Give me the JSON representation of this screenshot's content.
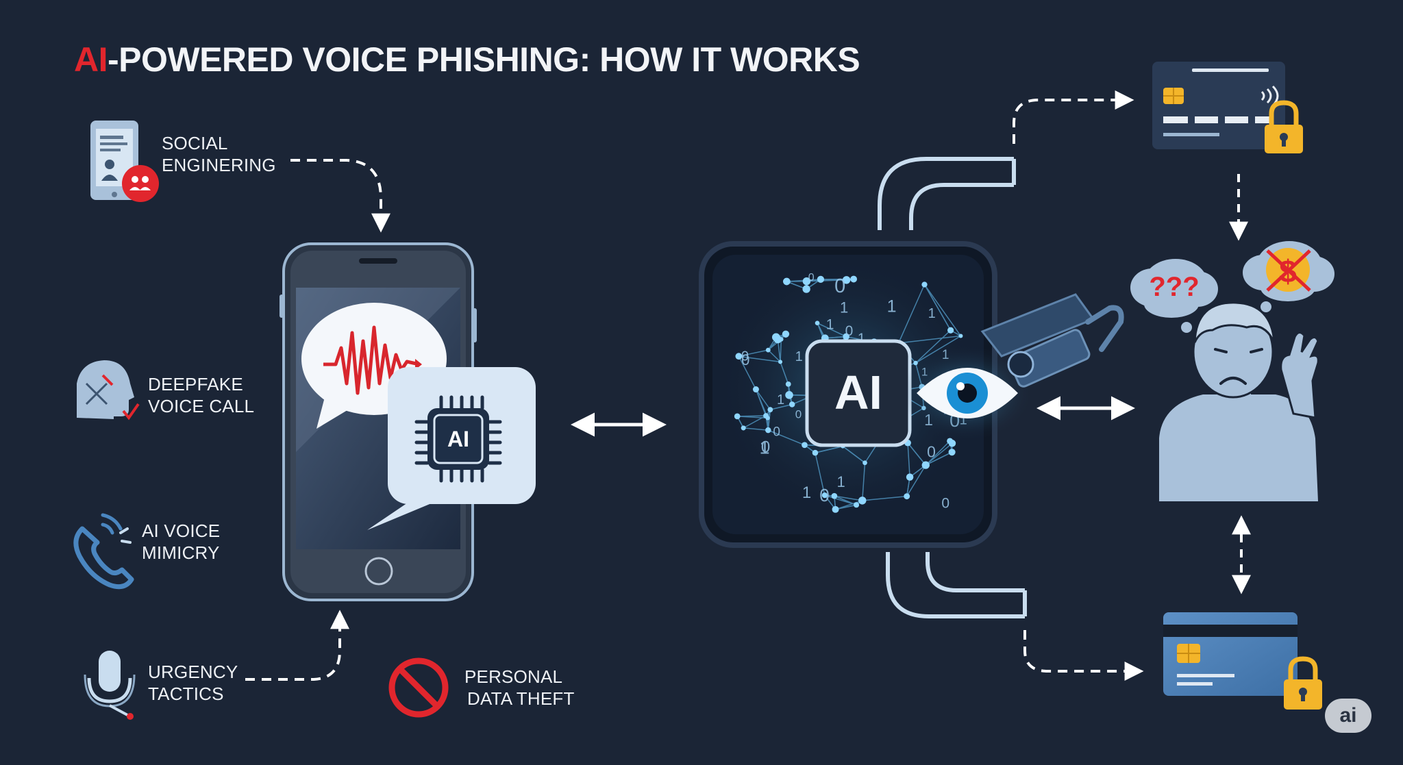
{
  "title": {
    "accent": "AI",
    "rest": "-POWERED VOICE PHISHING: HOW IT WORKS"
  },
  "steps": {
    "social_engineering": [
      "SOCIAL",
      "ENGINERING"
    ],
    "deepfake_voice_call": [
      "DEEPFAKE",
      "VOICE CALL"
    ],
    "ai_voice_mimicry": [
      "AI VOICE",
      "MIMICRY"
    ],
    "urgency_tactics": [
      "URGENCY",
      "TACTICS"
    ],
    "personal_data_theft": [
      "PERSONAL",
      "DATA THEFT"
    ]
  },
  "chip_label": "AI",
  "ai_core_label": "AI",
  "confusion_text": "???",
  "dollar_symbol": "$",
  "corner_badge": "ai",
  "colors": {
    "background": "#1b2536",
    "accent_red": "#e1262d",
    "light_blue": "#c9ddef",
    "card_blue": "#4f82b8",
    "lock_gold": "#f3b52a",
    "glow_blue": "#38b8ff"
  },
  "icons": [
    "phone-profile-icon",
    "deepfake-head-icon",
    "phone-waves-icon",
    "microphone-icon",
    "prohibited-icon",
    "smartphone-icon",
    "soundwave-icon",
    "ai-chip-icon",
    "ai-network-icon",
    "eye-icon",
    "cctv-camera-icon",
    "credit-card-icon",
    "padlock-icon",
    "victim-person-icon",
    "confused-thought-icon",
    "no-money-icon"
  ]
}
